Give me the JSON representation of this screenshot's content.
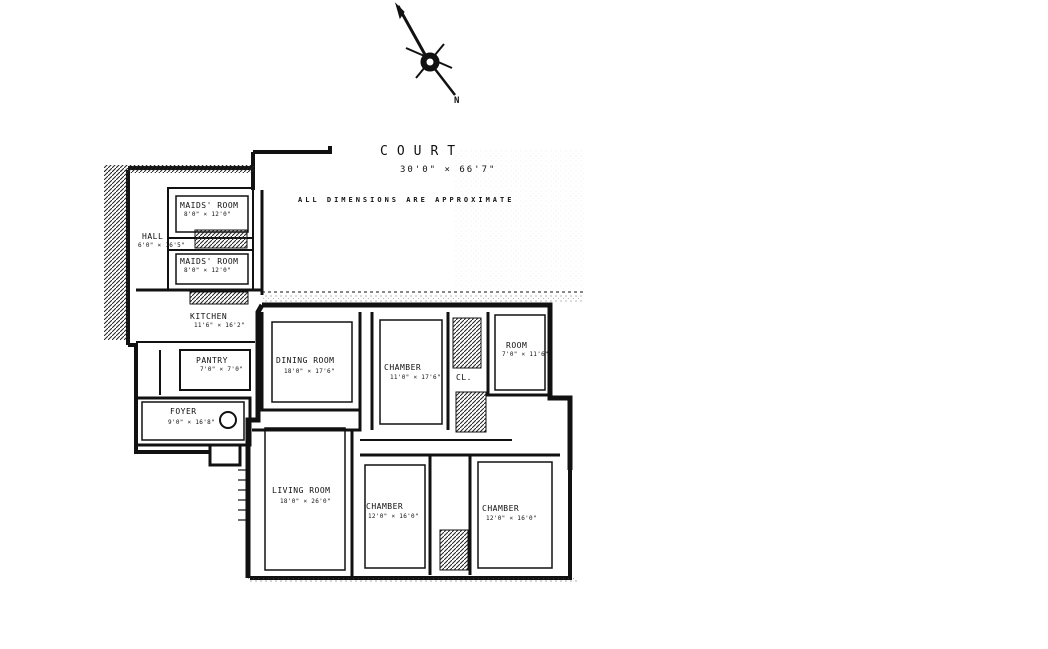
{
  "compass": {
    "icon": "compass-rose-icon",
    "north_label": "N"
  },
  "court": {
    "label": "COURT",
    "dimensions": "30'0\" × 66'7\"",
    "note": "ALL DIMENSIONS ARE APPROXIMATE"
  },
  "rooms": {
    "maids_room_1": {
      "name": "MAIDS' ROOM",
      "dim": "8'0\" × 12'0\""
    },
    "maids_room_2": {
      "name": "MAIDS' ROOM",
      "dim": "8'0\" × 12'0\""
    },
    "hall": {
      "name": "HALL",
      "dim": "6'0\" × 16'5\""
    },
    "kitchen": {
      "name": "KITCHEN",
      "dim": "11'6\" × 16'2\""
    },
    "pantry": {
      "name": "PANTRY",
      "dim": "7'0\" × 7'0\""
    },
    "foyer": {
      "name": "FOYER",
      "dim": "9'0\" × 16'8\""
    },
    "dining_room": {
      "name": "DINING ROOM",
      "dim": "18'0\" × 17'6\""
    },
    "chamber_1": {
      "name": "CHAMBER",
      "dim": "11'0\" × 17'6\""
    },
    "chamber_2": {
      "name": "CHAMBER",
      "dim": "12'0\" × 16'0\""
    },
    "chamber_3": {
      "name": "CHAMBER",
      "dim": "12'0\" × 16'0\""
    },
    "room_4": {
      "name": "ROOM",
      "dim": "7'0\" × 11'6\""
    },
    "living_room": {
      "name": "LIVING ROOM",
      "dim": "18'0\" × 26'0\""
    }
  },
  "closet_labels": {
    "cl": "CL."
  }
}
